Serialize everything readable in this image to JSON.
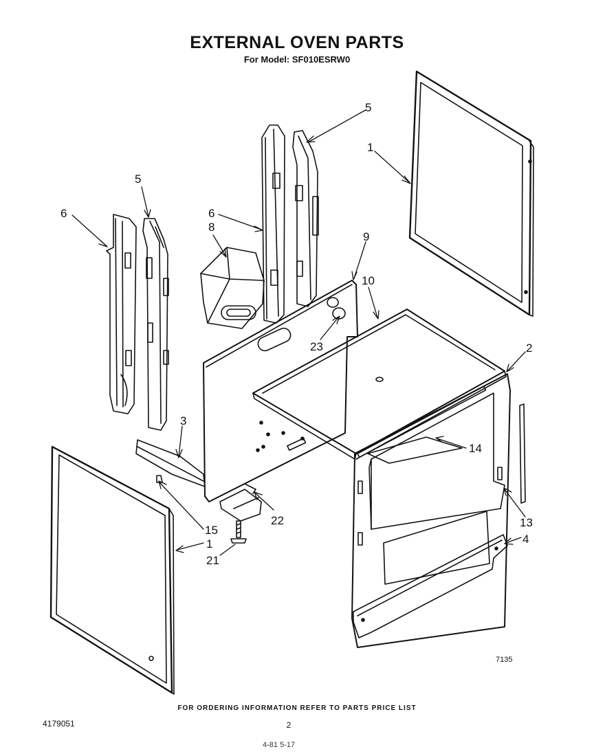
{
  "header": {
    "title": "EXTERNAL OVEN PARTS",
    "subtitle": "For Model: SF010ESRW0"
  },
  "callouts": {
    "c1_upper": "1",
    "c1_lower": "1",
    "c2": "2",
    "c3": "3",
    "c4": "4",
    "c5_left": "5",
    "c5_right": "5",
    "c6_left": "6",
    "c6_mid": "6",
    "c8": "8",
    "c9": "9",
    "c10": "10",
    "c13": "13",
    "c14": "14",
    "c15": "15",
    "c21": "21",
    "c22": "22",
    "c23": "23"
  },
  "figure_number": "7135",
  "footer": {
    "ordering_note": "FOR ORDERING INFORMATION REFER TO PARTS PRICE LIST",
    "document_number": "4179051",
    "page_number": "2",
    "handwritten_note": "4-81  5-17"
  }
}
